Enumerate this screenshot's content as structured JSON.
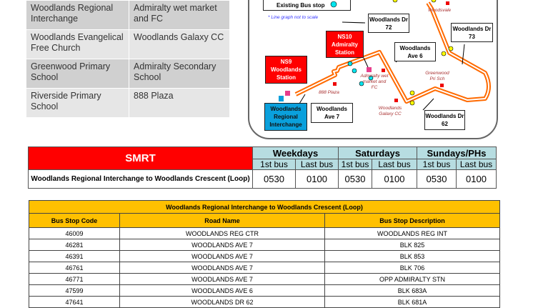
{
  "places": [
    [
      "Woodlands Regional Interchange",
      "Admiralty wet market and FC"
    ],
    [
      "Woodlands Evangelical Free Church",
      "Woodlands Galaxy CC"
    ],
    [
      "Greenwood Primary School",
      "Admiralty Secondary School"
    ],
    [
      "Riverside Primary School",
      "888 Plaza"
    ]
  ],
  "map": {
    "legend_label": "Existing Bus stop",
    "note": "* Line graph not to scale",
    "dr72": "Woodlands Dr 72",
    "dr73": "Woodlands Dr 73",
    "ave6": "Woodlands Ave 6",
    "ave7": "Woodlands Ave 7",
    "dr62": "Woodlands Dr 62",
    "ns10": "NS10 Admiralty Station",
    "ns9": "NS9 Woodlands Station",
    "interchange": "Woodlands Regional Interchange",
    "woodsvale": "Woodsvale",
    "greenwood": "Greenwood Pri Sch",
    "plaza": "888 Plaza",
    "admiralty": "Admiralty wet market and FC",
    "galaxy": "Woodlands Galaxy CC",
    "route_color": "#ff6a00"
  },
  "schedule": {
    "operator": "SMRT",
    "route": "Woodlands Regional Interchange to Woodlands Crescent (Loop)",
    "groups": [
      "Weekdays",
      "Saturdays",
      "Sundays/PHs"
    ],
    "first": "1st bus",
    "last": "Last bus",
    "times": [
      "0530",
      "0100",
      "0530",
      "0100",
      "0530",
      "0100"
    ]
  },
  "stops": {
    "title": "Woodlands Regional Interchange to Woodlands Crescent (Loop)",
    "headers": [
      "Bus Stop Code",
      "Road Name",
      "Bus Stop Description"
    ],
    "rows": [
      [
        "46009",
        "WOODLANDS REG CTR",
        "WOODLANDS REG INT"
      ],
      [
        "46281",
        "WOODLANDS AVE 7",
        "BLK 825"
      ],
      [
        "46391",
        "WOODLANDS AVE 7",
        "BLK 853"
      ],
      [
        "46761",
        "WOODLANDS AVE 7",
        "BLK 706"
      ],
      [
        "46771",
        "WOODLANDS AVE 7",
        "OPP ADMIRALTY STN"
      ],
      [
        "47599",
        "WOODLANDS AVE 6",
        "BLK 683A"
      ],
      [
        "47641",
        "WOODLANDS DR 62",
        "BLK 681A"
      ]
    ]
  }
}
